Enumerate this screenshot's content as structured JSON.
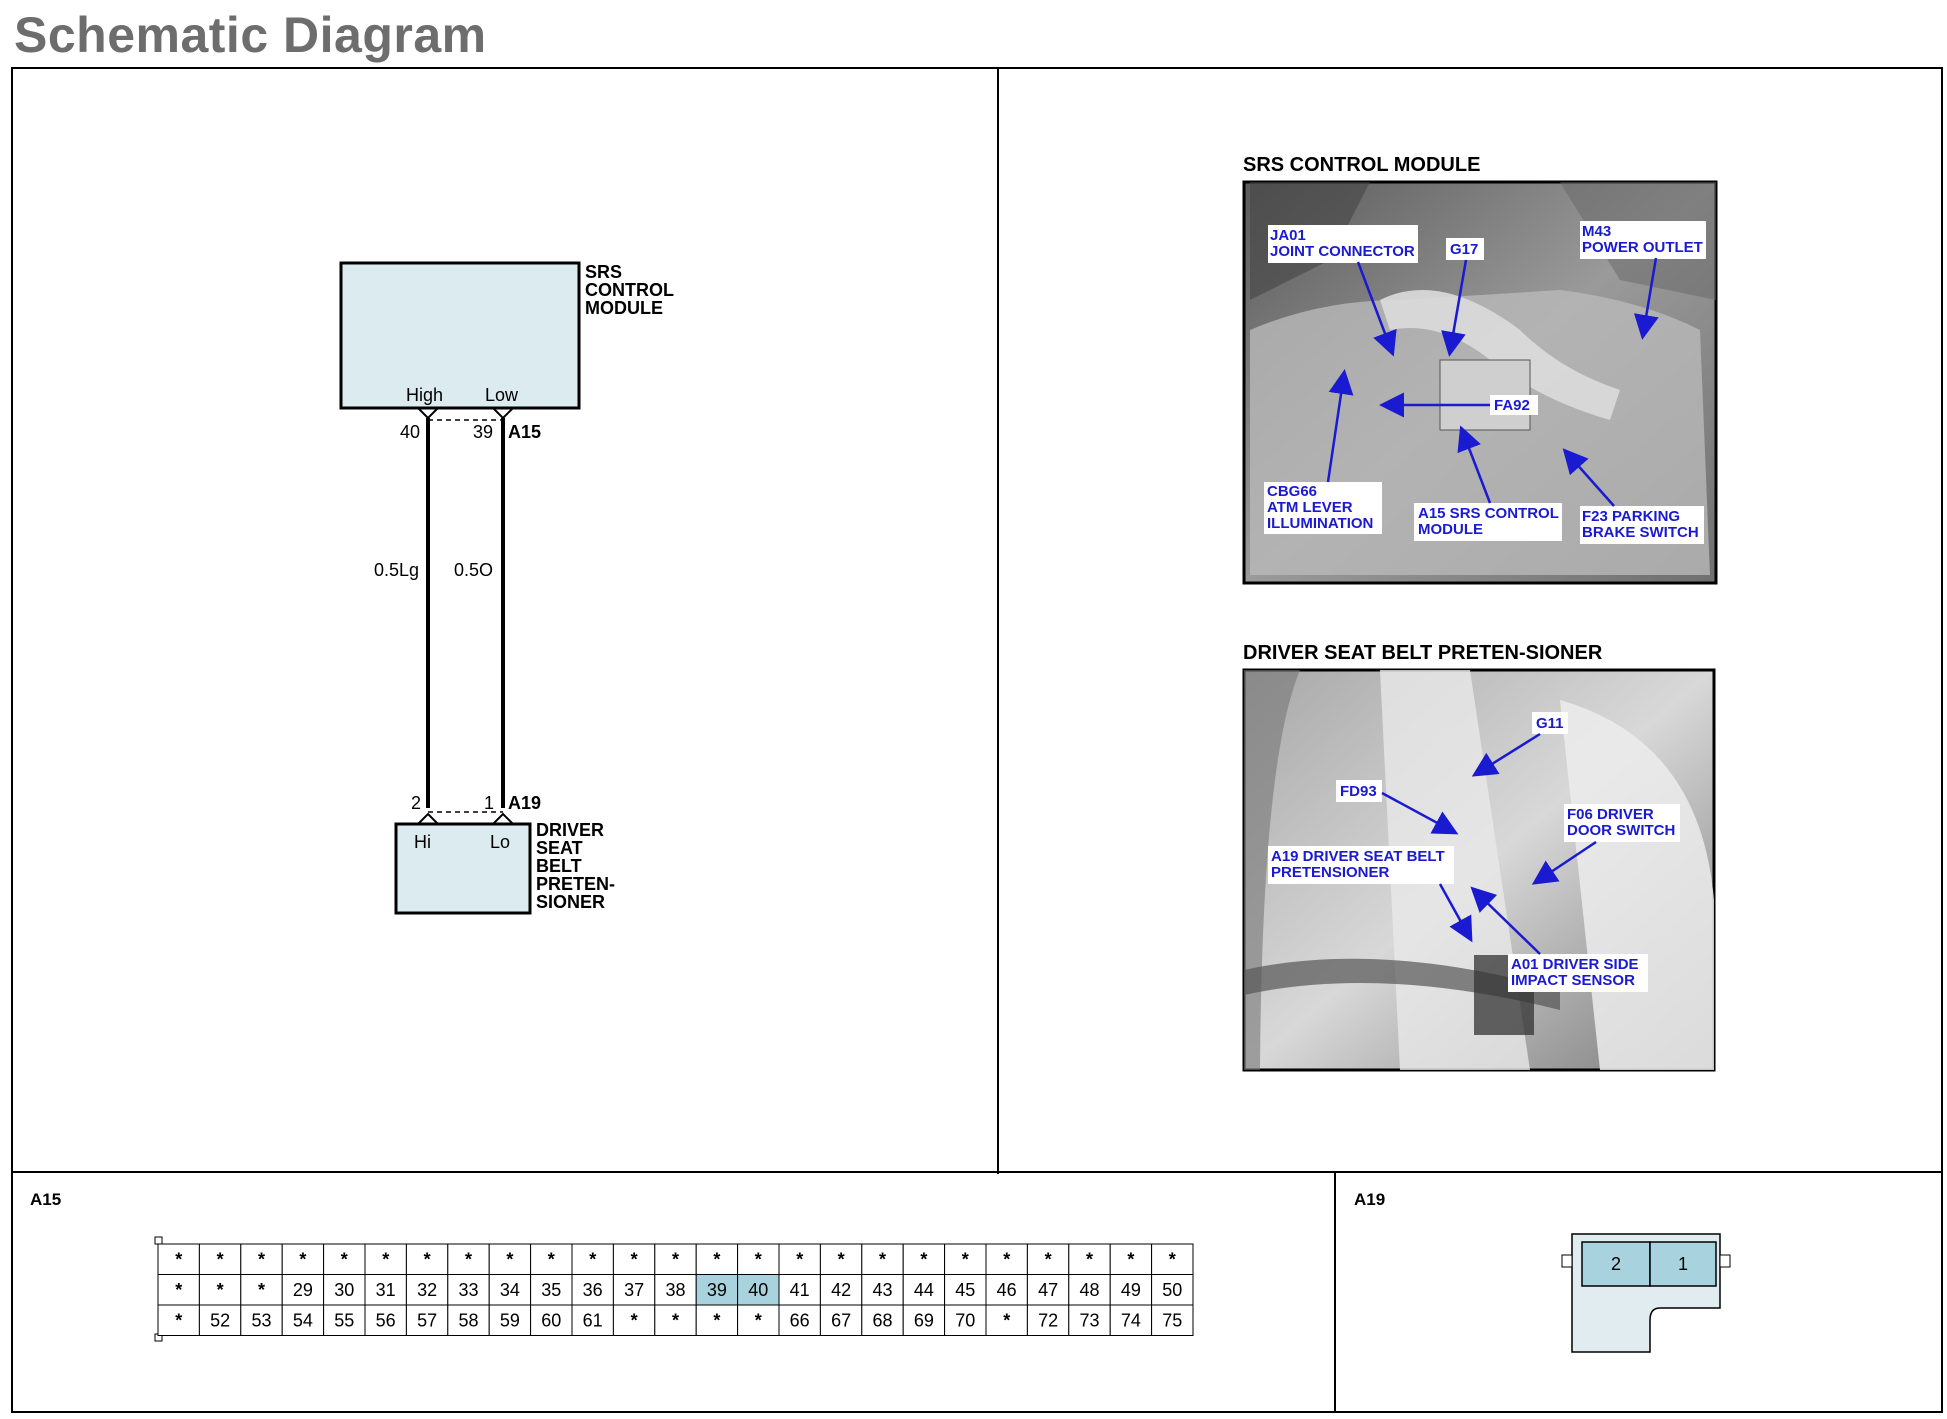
{
  "header": {
    "title": "Schematic Diagram"
  },
  "schematic": {
    "srs_module": {
      "label_lines": [
        "SRS",
        "CONTROL",
        "MODULE"
      ],
      "pin_high": "High",
      "pin_low": "Low",
      "pin_high_no": "40",
      "pin_low_no": "39",
      "connector": "A15"
    },
    "wires": {
      "left": "0.5Lg",
      "right": "0.5O"
    },
    "pretensioner": {
      "label_lines": [
        "DRIVER",
        "SEAT",
        "BELT",
        "PRETEN-",
        "SIONER"
      ],
      "pin_hi": "Hi",
      "pin_lo": "Lo",
      "pin_hi_no": "2",
      "pin_lo_no": "1",
      "connector": "A19"
    }
  },
  "photos": {
    "srs_title": "SRS CONTROL MODULE",
    "srs_callouts": [
      {
        "lines": [
          "JA01",
          "JOINT CONNECTOR"
        ]
      },
      {
        "lines": [
          "G17"
        ]
      },
      {
        "lines": [
          "M43",
          "POWER OUTLET"
        ]
      },
      {
        "lines": [
          "FA92"
        ]
      },
      {
        "lines": [
          "CBG66",
          "ATM LEVER",
          "ILLUMINATION"
        ]
      },
      {
        "lines": [
          "A15 SRS CONTROL",
          "MODULE"
        ]
      },
      {
        "lines": [
          "F23 PARKING",
          "BRAKE SWITCH"
        ]
      }
    ],
    "belt_title": "DRIVER SEAT BELT PRETEN-SIONER",
    "belt_callouts": [
      {
        "lines": [
          "G11"
        ]
      },
      {
        "lines": [
          "FD93"
        ]
      },
      {
        "lines": [
          "F06 DRIVER",
          "DOOR SWITCH"
        ]
      },
      {
        "lines": [
          "A19 DRIVER SEAT BELT",
          "PRETENSIONER"
        ]
      },
      {
        "lines": [
          "A01 DRIVER SIDE",
          "IMPACT SENSOR"
        ]
      }
    ]
  },
  "connectors": {
    "a15": {
      "label": "A15",
      "rows": [
        [
          "*",
          "*",
          "*",
          "*",
          "*",
          "*",
          "*",
          "*",
          "*",
          "*",
          "*",
          "*",
          "*",
          "*",
          "*",
          "*",
          "*",
          "*",
          "*",
          "*",
          "*",
          "*",
          "*",
          "*",
          "*"
        ],
        [
          "*",
          "*",
          "*",
          "29",
          "30",
          "31",
          "32",
          "33",
          "34",
          "35",
          "36",
          "37",
          "38",
          "39",
          "40",
          "41",
          "42",
          "43",
          "44",
          "45",
          "46",
          "47",
          "48",
          "49",
          "50"
        ],
        [
          "*",
          "52",
          "53",
          "54",
          "55",
          "56",
          "57",
          "58",
          "59",
          "60",
          "61",
          "*",
          "*",
          "*",
          "*",
          "66",
          "67",
          "68",
          "69",
          "70",
          "*",
          "72",
          "73",
          "74",
          "75"
        ]
      ],
      "highlighted": [
        "39",
        "40"
      ],
      "highlight_color": "#a8d3de"
    },
    "a19": {
      "label": "A19",
      "pins": [
        "2",
        "1"
      ],
      "fill_color": "#a8d3de"
    }
  }
}
